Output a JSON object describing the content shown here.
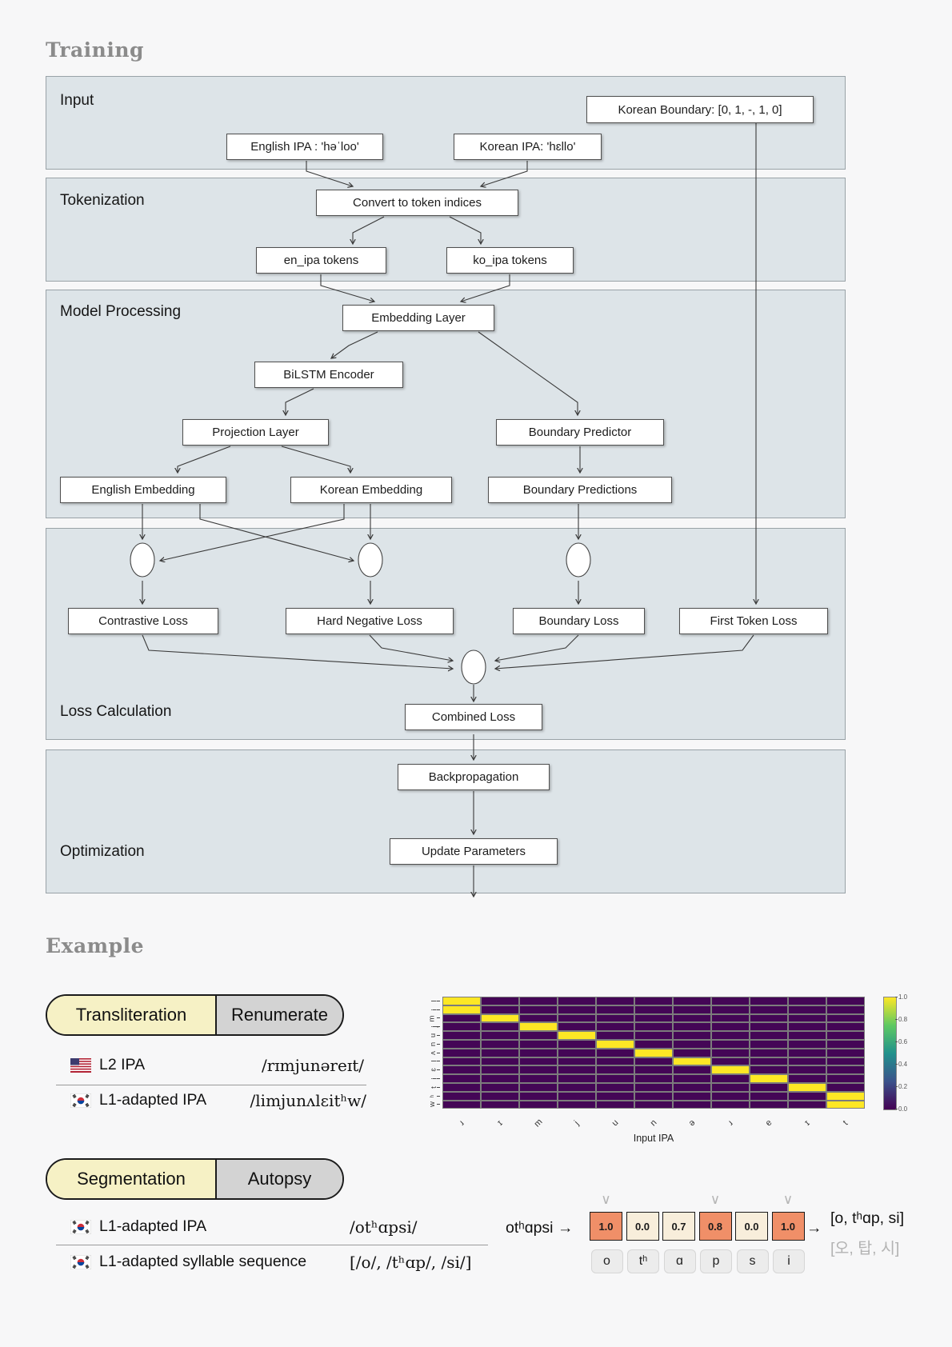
{
  "page": {
    "training_title": "Training",
    "example_title": "Example"
  },
  "diagram": {
    "sections": {
      "input": "Input",
      "tokenization": "Tokenization",
      "model": "Model Processing",
      "loss": "Loss Calculation",
      "optimization": "Optimization"
    },
    "nodes": {
      "korean_boundary": "Korean Boundary: [0, 1, -, 1, 0]",
      "english_ipa": "English IPA : 'həˈloo'",
      "korean_ipa": "Korean IPA: 'hɛllo'",
      "convert": "Convert to token indices",
      "en_tokens": "en_ipa tokens",
      "ko_tokens": "ko_ipa tokens",
      "embedding": "Embedding Layer",
      "bilstm": "BiLSTM Encoder",
      "projection": "Projection Layer",
      "boundary_predictor": "Boundary Predictor",
      "english_embedding": "English Embedding",
      "korean_embedding": "Korean Embedding",
      "boundary_predictions": "Boundary Predictions",
      "contrastive_loss": "Contrastive Loss",
      "hard_negative_loss": "Hard Negative Loss",
      "boundary_loss": "Boundary Loss",
      "first_token_loss": "First Token Loss",
      "combined_loss": "Combined Loss",
      "backpropagation": "Backpropagation",
      "update_parameters": "Update Parameters"
    }
  },
  "transliteration": {
    "tab_active": "Transliteration",
    "tab_inactive": "Renumerate",
    "rows": [
      {
        "flag": "us-flag",
        "label": "L2 IPA",
        "value": "/rɪmjunəreɪt/"
      },
      {
        "flag": "kr-flag",
        "label": "L1-adapted IPA",
        "value": "/limjunʌlɛitʰw/"
      }
    ]
  },
  "chart_data": {
    "type": "heatmap",
    "title": "",
    "xlabel": "Input IPA",
    "ylabel": "",
    "x_ticklabels": [
      "ɹ",
      "ɪ",
      "m",
      "j",
      "u",
      "n",
      "ə",
      "ɹ",
      "e",
      "ɪ",
      "t"
    ],
    "y_ticklabels": [
      "l",
      "i",
      "m",
      "j",
      "u",
      "n",
      "ʌ",
      "l",
      "ɛ",
      "i",
      "t",
      "ʰ",
      "w"
    ],
    "alignment_row_to_col": [
      0,
      0,
      1,
      2,
      3,
      4,
      5,
      6,
      7,
      8,
      9,
      10,
      10
    ],
    "value_high": 1.0,
    "value_low": 0.0,
    "colormap": "viridis",
    "color_high": "#fde725",
    "color_low": "#440656",
    "colorbar_ticks": [
      "1.0",
      "0.8",
      "0.6",
      "0.4",
      "0.2",
      "0.0"
    ],
    "legend_position": "right",
    "grid": true
  },
  "segmentation": {
    "tab_active": "Segmentation",
    "tab_inactive": "Autopsy",
    "rows": [
      {
        "flag": "kr-flag",
        "label": "L1-adapted IPA",
        "value": "/otʰɑpsi/"
      },
      {
        "flag": "kr-flag",
        "label": "L1-adapted syllable sequence",
        "value": "[/o/, /tʰɑp/, /si/]"
      }
    ],
    "input_label": "otʰɑpsi",
    "arrow": "→",
    "caret": "∨",
    "boundary_scores": [
      "1.0",
      "0.0",
      "0.7",
      "0.8",
      "0.0",
      "1.0"
    ],
    "boundary_flags": [
      true,
      false,
      false,
      true,
      false,
      true
    ],
    "tokens": [
      "o",
      "tʰ",
      "ɑ",
      "p",
      "s",
      "i"
    ],
    "output": "[o, tʰɑp, si]",
    "output_korean": "[오, 탑, 시]",
    "colors": {
      "high": "#f08f68",
      "low": "#f8eedb"
    }
  }
}
